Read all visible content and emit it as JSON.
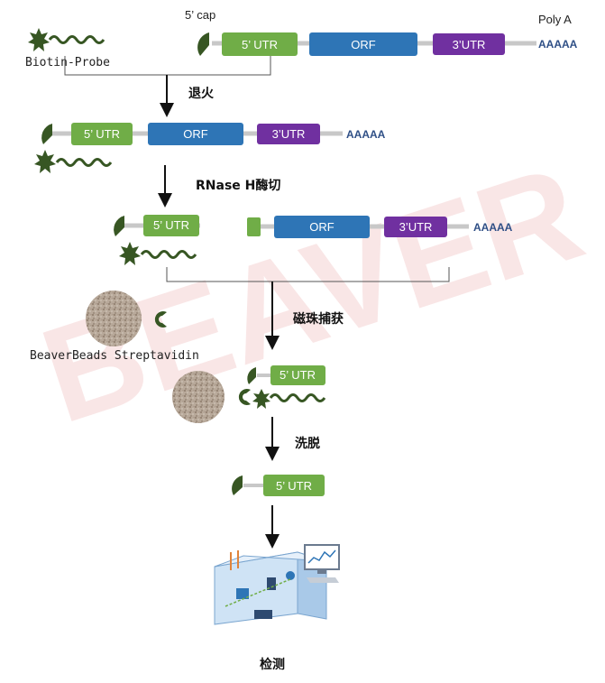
{
  "watermark": "BEAVER",
  "labels": {
    "cap": "5’ cap",
    "poly_a_title": "Poly A",
    "poly_a_tail": "AAAAA",
    "probe": "Biotin-Probe",
    "utr5": "5’ UTR",
    "orf": "ORF",
    "utr3": "3’UTR",
    "beads": "BeaverBeads Streptavidin"
  },
  "steps": {
    "anneal": "退火",
    "rnase": "RNase H酶切",
    "capture": "磁珠捕获",
    "elute": "洗脱",
    "detect": "检测"
  },
  "colors": {
    "green_box": "#70ad47",
    "blue_box": "#2e75b6",
    "purple_box": "#7030a0",
    "probe_green": "#375623",
    "line_gray": "#c8c8c8"
  }
}
